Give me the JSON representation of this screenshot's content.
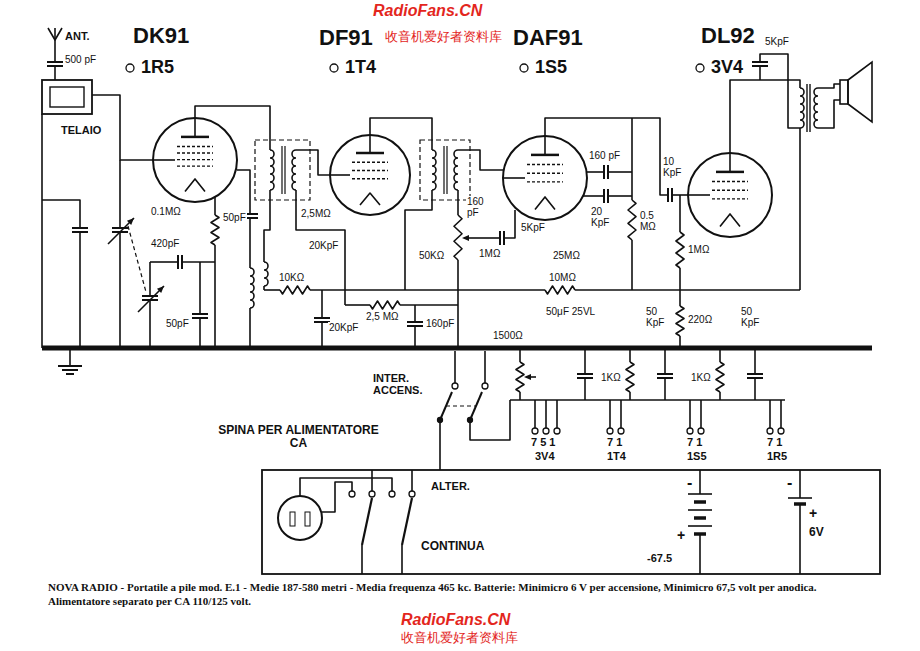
{
  "diagram": {
    "caption": "NOVA RADIO - Portatile a pile mod. E.1 - Medie 187-580 metri - Media frequenza 465 kc. Batterie: Minimicro 6 V per accensione, Minimicro 67,5 volt per anodica. Alimentatore separato per CA 110/125 volt.",
    "labels": [
      "RadioFans.CN",
      "收音机爱好者资料库",
      "ANT.",
      "500 pF",
      "DK91",
      "1R5",
      "DF91",
      "1T4",
      "DAF91",
      "1S5",
      "DL92",
      "3V4",
      "5KpF",
      "TELAIO",
      "10 KpF",
      "160 pF",
      "20 KpF",
      "0.1MΩ",
      "420pF",
      "50pF",
      "2,5MΩ",
      "20KpF",
      "50KΩ",
      "160 pF",
      "5KpF",
      "1MΩ",
      "25MΩ",
      "0.5 MΩ",
      "1MΩ",
      "10KΩ",
      "2,5 MΩ",
      "10MΩ",
      "50pF",
      "20KpF",
      "160pF",
      "50μF 25VL",
      "50 KpF",
      "50 KpF",
      "220Ω",
      "1500Ω",
      "1KΩ",
      "1KΩ",
      "INTER. ACCENS.",
      "7 5 1",
      "3V4",
      "7 1",
      "1T4",
      "7 1",
      "1S5",
      "7 1",
      "1R5",
      "SPINA PER ALIMENTATORE CA",
      "ALTER.",
      "CONTINUA",
      "-",
      "+",
      "-67.5",
      "-",
      "+",
      "6V",
      "RadioFans.CN",
      "收音机爱好者资料库"
    ]
  }
}
